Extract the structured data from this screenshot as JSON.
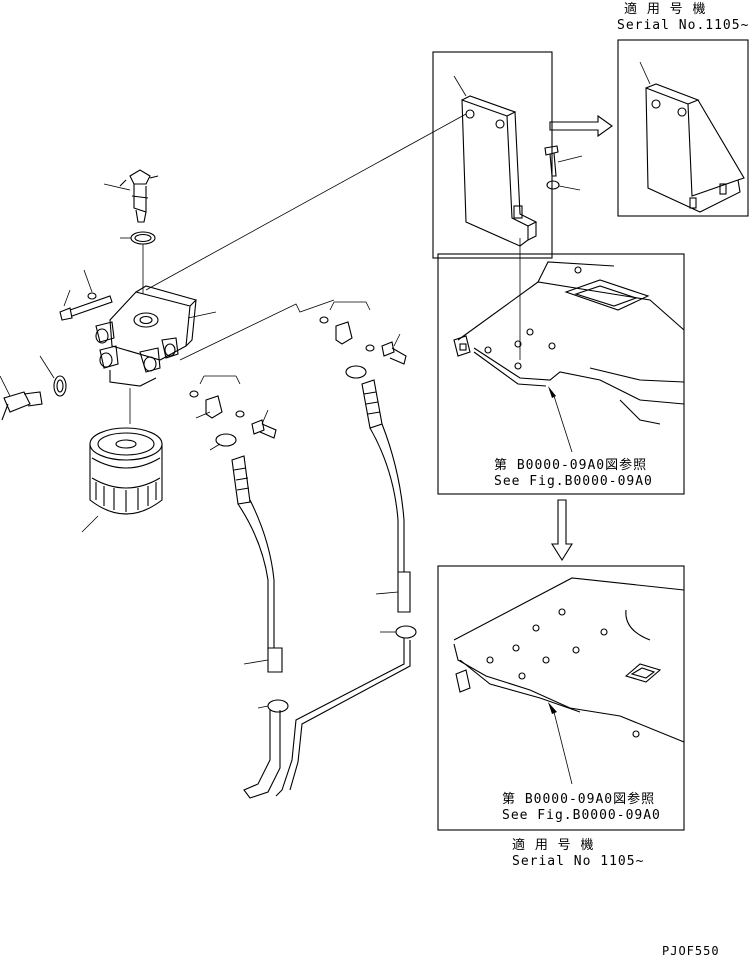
{
  "notes": {
    "top_serial_jp": "適 用 号 機",
    "top_serial_en": "Serial No.1105~",
    "ref1_jp": "第 B0000-09A0図参照",
    "ref1_en": "See Fig.B0000-09A0",
    "ref2_jp": "第 B0000-09A0図参照",
    "ref2_en": "See Fig.B0000-09A0",
    "bottom_serial_jp": "適 用 号 機",
    "bottom_serial_en": "Serial No 1105~",
    "drawing_code": "PJOF550"
  }
}
